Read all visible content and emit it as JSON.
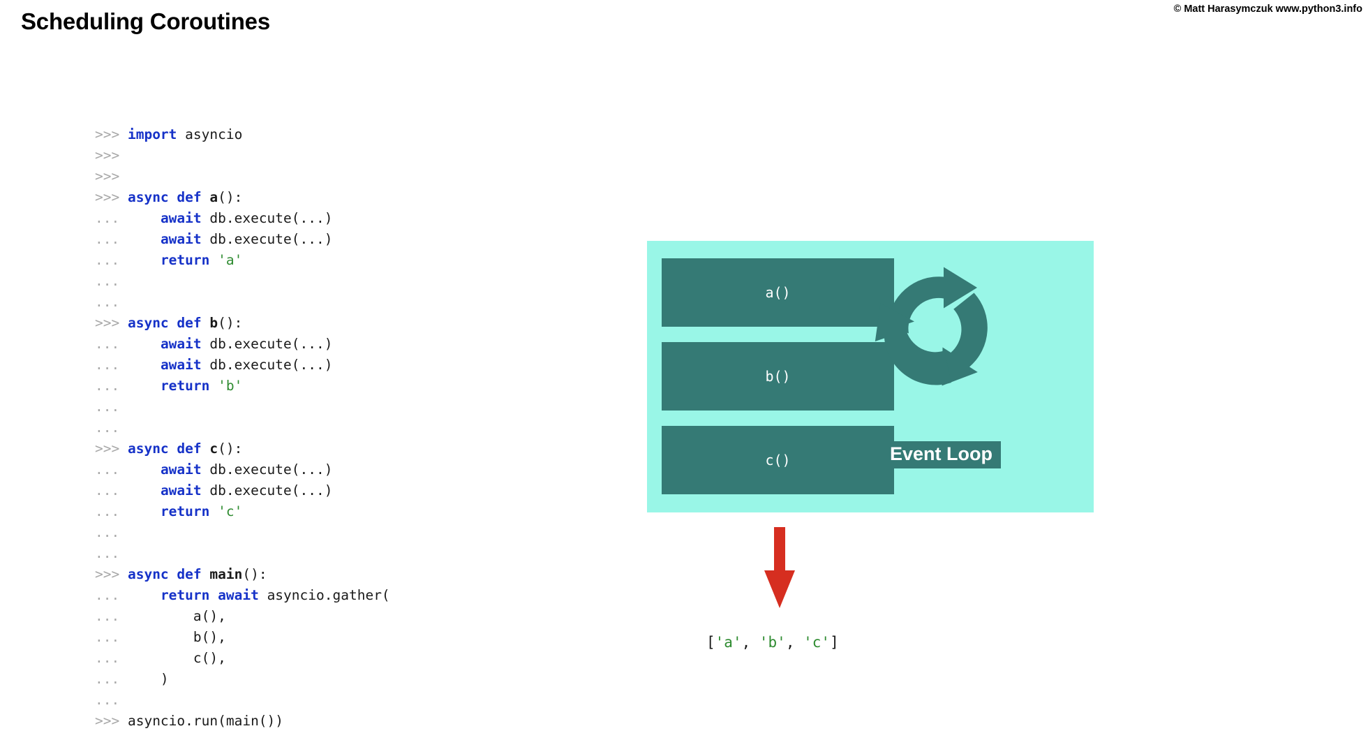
{
  "header": {
    "title": "Scheduling Coroutines",
    "copyright": "© Matt Harasymczuk www.python3.info"
  },
  "colors": {
    "panel_background": "#99f6e7",
    "box_fill": "#357a75",
    "arrow_red": "#d62e20",
    "keyword_blue": "#1632c8",
    "string_green": "#2e8b30",
    "prompt_gray": "#a8a8a8",
    "text_black": "#1a1a1a",
    "label_white": "#ffffff"
  },
  "code": {
    "language": "python-repl",
    "lines": [
      [
        {
          "t": ">>> ",
          "c": "ps"
        },
        {
          "t": "import",
          "c": "kw"
        },
        {
          "t": " asyncio",
          "c": "pl"
        }
      ],
      [
        {
          "t": ">>>",
          "c": "ps"
        }
      ],
      [
        {
          "t": ">>>",
          "c": "ps"
        }
      ],
      [
        {
          "t": ">>> ",
          "c": "ps"
        },
        {
          "t": "async def ",
          "c": "kw"
        },
        {
          "t": "a",
          "c": "fn"
        },
        {
          "t": "():",
          "c": "pl"
        }
      ],
      [
        {
          "t": "... ",
          "c": "ps"
        },
        {
          "t": "    ",
          "c": "pl"
        },
        {
          "t": "await",
          "c": "kw"
        },
        {
          "t": " db.execute(...)",
          "c": "pl"
        }
      ],
      [
        {
          "t": "... ",
          "c": "ps"
        },
        {
          "t": "    ",
          "c": "pl"
        },
        {
          "t": "await",
          "c": "kw"
        },
        {
          "t": " db.execute(...)",
          "c": "pl"
        }
      ],
      [
        {
          "t": "... ",
          "c": "ps"
        },
        {
          "t": "    ",
          "c": "pl"
        },
        {
          "t": "return",
          "c": "kw"
        },
        {
          "t": " ",
          "c": "pl"
        },
        {
          "t": "'a'",
          "c": "str"
        }
      ],
      [
        {
          "t": "...",
          "c": "ps"
        }
      ],
      [
        {
          "t": "...",
          "c": "ps"
        }
      ],
      [
        {
          "t": ">>> ",
          "c": "ps"
        },
        {
          "t": "async def ",
          "c": "kw"
        },
        {
          "t": "b",
          "c": "fn"
        },
        {
          "t": "():",
          "c": "pl"
        }
      ],
      [
        {
          "t": "... ",
          "c": "ps"
        },
        {
          "t": "    ",
          "c": "pl"
        },
        {
          "t": "await",
          "c": "kw"
        },
        {
          "t": " db.execute(...)",
          "c": "pl"
        }
      ],
      [
        {
          "t": "... ",
          "c": "ps"
        },
        {
          "t": "    ",
          "c": "pl"
        },
        {
          "t": "await",
          "c": "kw"
        },
        {
          "t": " db.execute(...)",
          "c": "pl"
        }
      ],
      [
        {
          "t": "... ",
          "c": "ps"
        },
        {
          "t": "    ",
          "c": "pl"
        },
        {
          "t": "return",
          "c": "kw"
        },
        {
          "t": " ",
          "c": "pl"
        },
        {
          "t": "'b'",
          "c": "str"
        }
      ],
      [
        {
          "t": "...",
          "c": "ps"
        }
      ],
      [
        {
          "t": "...",
          "c": "ps"
        }
      ],
      [
        {
          "t": ">>> ",
          "c": "ps"
        },
        {
          "t": "async def ",
          "c": "kw"
        },
        {
          "t": "c",
          "c": "fn"
        },
        {
          "t": "():",
          "c": "pl"
        }
      ],
      [
        {
          "t": "... ",
          "c": "ps"
        },
        {
          "t": "    ",
          "c": "pl"
        },
        {
          "t": "await",
          "c": "kw"
        },
        {
          "t": " db.execute(...)",
          "c": "pl"
        }
      ],
      [
        {
          "t": "... ",
          "c": "ps"
        },
        {
          "t": "    ",
          "c": "pl"
        },
        {
          "t": "await",
          "c": "kw"
        },
        {
          "t": " db.execute(...)",
          "c": "pl"
        }
      ],
      [
        {
          "t": "... ",
          "c": "ps"
        },
        {
          "t": "    ",
          "c": "pl"
        },
        {
          "t": "return",
          "c": "kw"
        },
        {
          "t": " ",
          "c": "pl"
        },
        {
          "t": "'c'",
          "c": "str"
        }
      ],
      [
        {
          "t": "...",
          "c": "ps"
        }
      ],
      [
        {
          "t": "...",
          "c": "ps"
        }
      ],
      [
        {
          "t": ">>> ",
          "c": "ps"
        },
        {
          "t": "async def ",
          "c": "kw"
        },
        {
          "t": "main",
          "c": "fn"
        },
        {
          "t": "():",
          "c": "pl"
        }
      ],
      [
        {
          "t": "... ",
          "c": "ps"
        },
        {
          "t": "    ",
          "c": "pl"
        },
        {
          "t": "return await",
          "c": "kw"
        },
        {
          "t": " asyncio.gather(",
          "c": "pl"
        }
      ],
      [
        {
          "t": "... ",
          "c": "ps"
        },
        {
          "t": "        a(),",
          "c": "pl"
        }
      ],
      [
        {
          "t": "... ",
          "c": "ps"
        },
        {
          "t": "        b(),",
          "c": "pl"
        }
      ],
      [
        {
          "t": "... ",
          "c": "ps"
        },
        {
          "t": "        c(),",
          "c": "pl"
        }
      ],
      [
        {
          "t": "... ",
          "c": "ps"
        },
        {
          "t": "    )",
          "c": "pl"
        }
      ],
      [
        {
          "t": "...",
          "c": "ps"
        }
      ],
      [
        {
          "t": ">>> ",
          "c": "ps"
        },
        {
          "t": "asyncio.run(main())",
          "c": "pl"
        }
      ]
    ]
  },
  "diagram": {
    "panel_name": "event-loop-diagram",
    "coroutine_boxes": [
      {
        "label": "a()"
      },
      {
        "label": "b()"
      },
      {
        "label": "c()"
      }
    ],
    "loop_icon_name": "circular-arrows-icon",
    "event_loop_label": "Event Loop",
    "arrow_icon_name": "down-arrow-icon"
  },
  "result": {
    "parts": [
      {
        "t": "[",
        "c": "pl"
      },
      {
        "t": "'a'",
        "c": "str"
      },
      {
        "t": ", ",
        "c": "pl"
      },
      {
        "t": "'b'",
        "c": "str"
      },
      {
        "t": ", ",
        "c": "pl"
      },
      {
        "t": "'c'",
        "c": "str"
      },
      {
        "t": "]",
        "c": "pl"
      }
    ],
    "text": "['a', 'b', 'c']"
  }
}
